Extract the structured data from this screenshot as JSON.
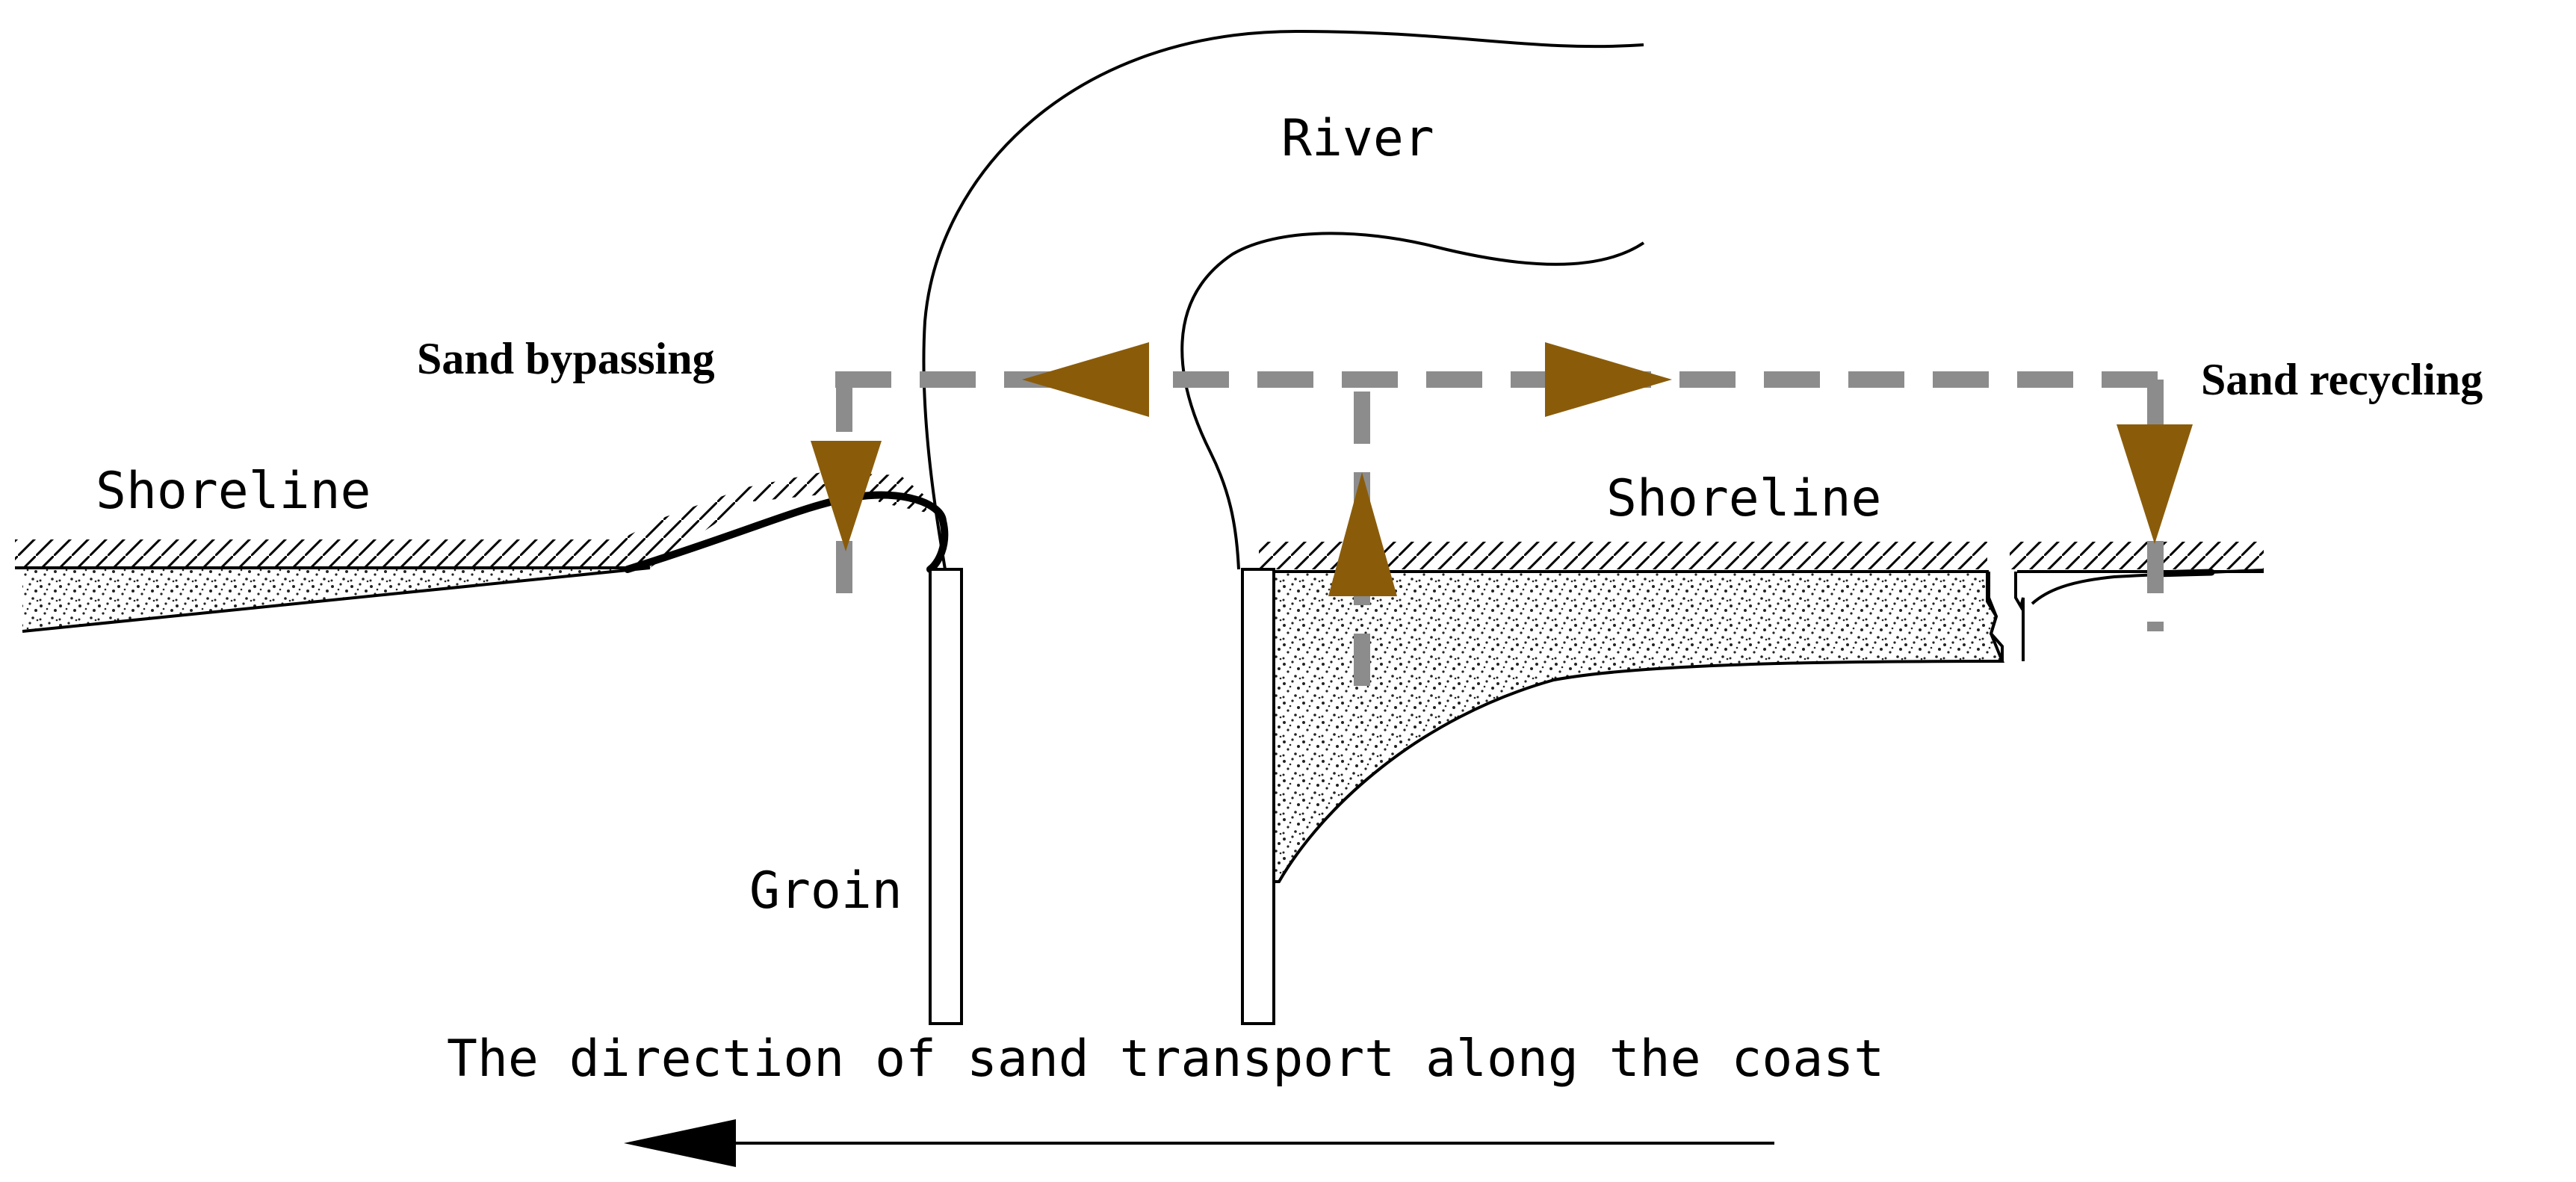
{
  "labels": {
    "river": "River",
    "sand_bypassing": "Sand bypassing",
    "sand_recycling": "Sand recycling",
    "shoreline_left": "Shoreline",
    "shoreline_right": "Shoreline",
    "groin": "Groin",
    "transport_direction": "The direction of sand transport along the coast"
  },
  "colors": {
    "arrow_fill": "#8a5c0a",
    "dashed_path": "#8c8c8c",
    "line": "#000000"
  }
}
